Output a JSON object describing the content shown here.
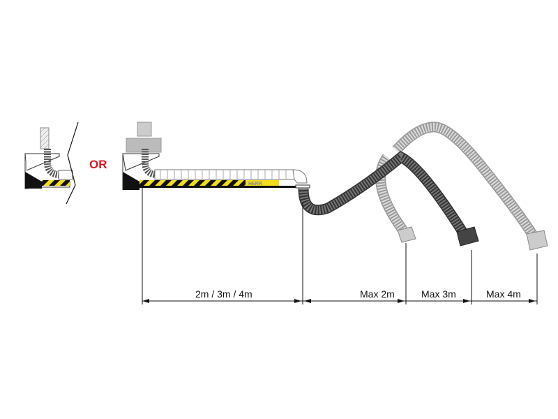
{
  "or_label": "OR",
  "brand_label": "HERR",
  "dimensions": {
    "arm_length": "2m / 3m / 4m",
    "max_2": "Max 2m",
    "max_3": "Max 3m",
    "max_4": "Max 4m"
  },
  "colors": {
    "or_text": "#e0141e",
    "stripe_yellow": "#f2de1a",
    "stripe_black": "#111111"
  }
}
